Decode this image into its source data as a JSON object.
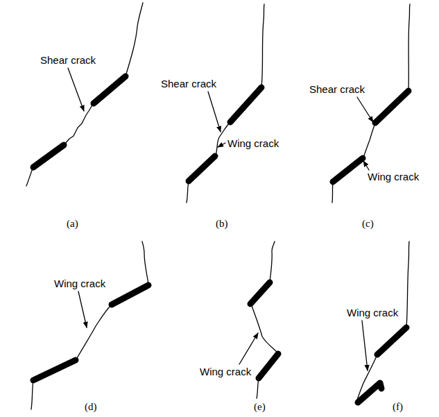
{
  "diagram": {
    "labels": [
      "Shear crack",
      "(a)",
      "Shear crack",
      "Wing crack",
      "(b)",
      "Shear crack",
      "Wing crack",
      "(c)",
      "Wing crack",
      "(d)",
      "Wing crack",
      "(e)",
      "Wing crack",
      "(f)"
    ]
  }
}
